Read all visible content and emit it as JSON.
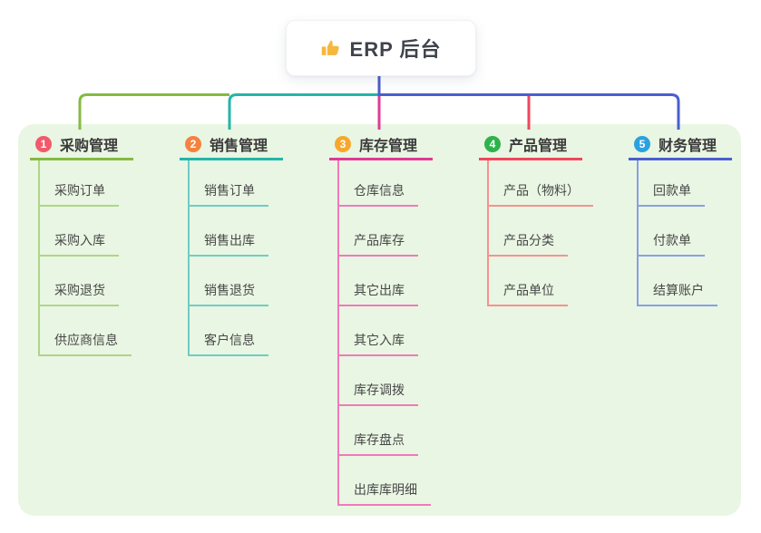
{
  "root": {
    "title": "ERP 后台",
    "icon": "thumbs-up-icon",
    "icon_color": "#f6b73c",
    "text_color": "#3f434d"
  },
  "canvas": {
    "page_background": "#ffffff",
    "panel_background": "#e9f6e3"
  },
  "branches": [
    {
      "badge": "1",
      "label": "采购管理",
      "badge_color": "#f25a6b",
      "accent_color": "#84bb40",
      "light_color": "#aed687",
      "children": [
        "采购订单",
        "采购入库",
        "采购退货",
        "供应商信息"
      ]
    },
    {
      "badge": "2",
      "label": "销售管理",
      "badge_color": "#f58240",
      "accent_color": "#23b6a8",
      "light_color": "#6fcdc4",
      "children": [
        "销售订单",
        "销售出库",
        "销售退货",
        "客户信息"
      ]
    },
    {
      "badge": "3",
      "label": "库存管理",
      "badge_color": "#f7a82c",
      "accent_color": "#e03a94",
      "light_color": "#f07ab9",
      "children": [
        "仓库信息",
        "产品库存",
        "其它出库",
        "其它入库",
        "库存调拨",
        "库存盘点",
        "出库库明细"
      ]
    },
    {
      "badge": "4",
      "label": "产品管理",
      "badge_color": "#2eb24c",
      "accent_color": "#f1465d",
      "light_color": "#f8918f",
      "children": [
        "产品（物料）",
        "产品分类",
        "产品单位"
      ]
    },
    {
      "badge": "5",
      "label": "财务管理",
      "badge_color": "#2ba2dd",
      "accent_color": "#4a5ed0",
      "light_color": "#87a0e4",
      "children": [
        "回款单",
        "付款单",
        "结算账户"
      ]
    }
  ]
}
